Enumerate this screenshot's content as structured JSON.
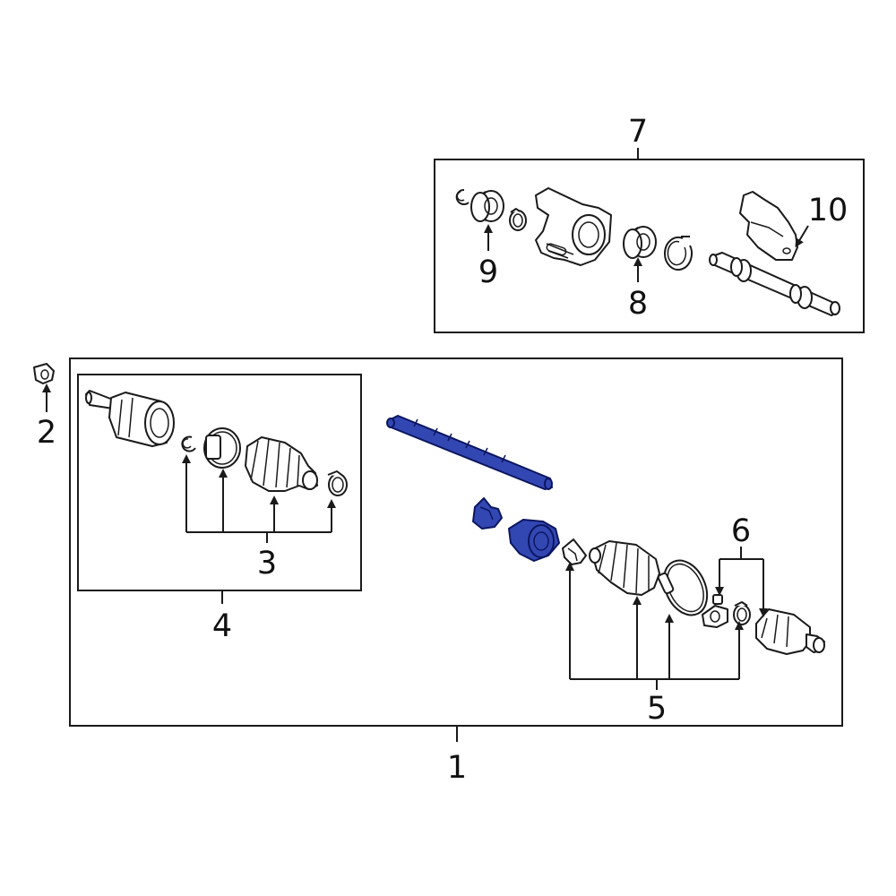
{
  "diagram": {
    "callouts": {
      "c1": "1",
      "c2": "2",
      "c3": "3",
      "c4": "4",
      "c5": "5",
      "c6": "6",
      "c7": "7",
      "c8": "8",
      "c9": "9",
      "c10": "10"
    },
    "colors": {
      "line": "#1a1a1a",
      "highlight_fill": "#3347b3",
      "highlight_stroke": "#0b1660",
      "background": "#ffffff"
    },
    "highlighted_parts": [
      "inner-shaft",
      "inner-joint-clip",
      "inner-joint-spider"
    ]
  }
}
